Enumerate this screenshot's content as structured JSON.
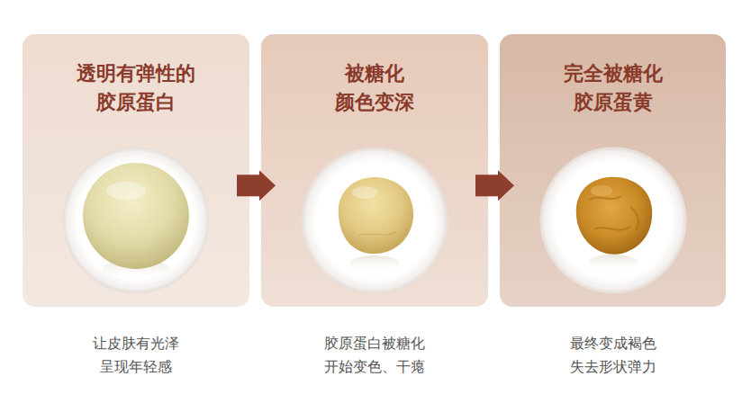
{
  "diagram": {
    "nodes": [
      {
        "text": [
          "透明有弹性的 胶原蛋白"
        ]
      },
      {
        "text": [
          "被糖化 颜色变深"
        ]
      },
      {
        "text": [
          "完全被糖化 胶原蛋黄"
        ]
      }
    ],
    "edges": [
      {
        "from": 0,
        "to": 1,
        "arrow": "to"
      },
      {
        "from": 1,
        "to": 2,
        "arrow": "to"
      }
    ],
    "labels": [
      "让皮肤有光泽 呈现年轻感",
      "胶原蛋白被糖化 开始变色、干瘪",
      "最终变成褐色 失去形状弹力"
    ]
  }
}
